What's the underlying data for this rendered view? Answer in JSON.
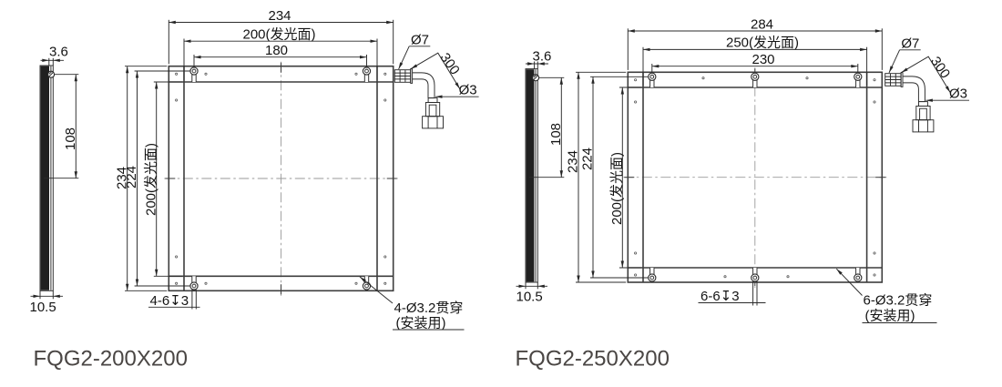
{
  "drawings": {
    "left": {
      "title": "FQG2-200X200",
      "top_dims": [
        "234",
        "200(发光面)",
        "180"
      ],
      "left_dims": [
        "234",
        "224",
        "200(发光面)"
      ],
      "side_dims": {
        "panel_thickness": "3.6",
        "connector_offset": "108",
        "total_thickness": "10.5"
      },
      "counterbore_note": "4-6↧3",
      "mounting_note": [
        "4-Ø3.2贯穿",
        "(安装用)"
      ],
      "cable_dims": {
        "gland_diameter": "Ø7",
        "cable_length": "300",
        "wire_diameter": "Ø3"
      }
    },
    "right": {
      "title": "FQG2-250X200",
      "top_dims": [
        "284",
        "250(发光面)",
        "230"
      ],
      "left_dims": [
        "234",
        "224",
        "200(发光面)"
      ],
      "side_dims": {
        "panel_thickness": "3.6",
        "connector_offset": "108",
        "total_thickness": "10.5"
      },
      "counterbore_note": "6-6↧3",
      "mounting_note": [
        "6-Ø3.2贯穿",
        "(安装用)"
      ],
      "cable_dims": {
        "gland_diameter": "Ø7",
        "cable_length": "300",
        "wire_diameter": "Ø3"
      }
    }
  }
}
